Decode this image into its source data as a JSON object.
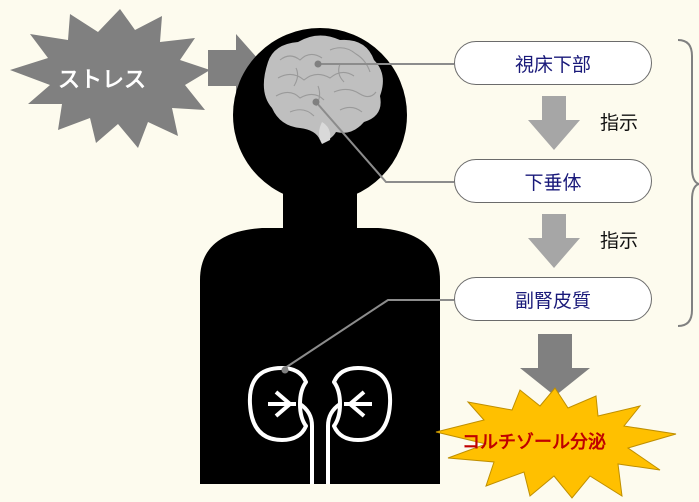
{
  "stress": {
    "label": "ストレス",
    "color": "#808080"
  },
  "steps": [
    {
      "label": "視床下部"
    },
    {
      "label": "下垂体"
    },
    {
      "label": "副腎皮質"
    }
  ],
  "instructions": [
    {
      "label": "指示"
    },
    {
      "label": "指示"
    }
  ],
  "result": {
    "label": "コルチゾール分泌",
    "color": "#ffc000",
    "text_color": "#c00000"
  },
  "colors": {
    "body": "#000000",
    "brain": "#bfbfbf",
    "arrow": "#a6a6a6",
    "line": "#8c8c8c"
  }
}
